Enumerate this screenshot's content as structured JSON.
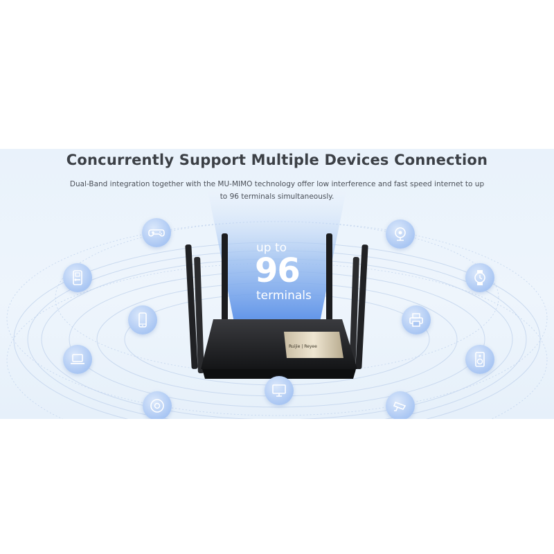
{
  "headline": "Concurrently Support Multiple Devices Connection",
  "subline": "Dual-Band integration together with the MU-MIMO technology offer low interference and fast speed internet to up to 96 terminals simultaneously.",
  "stat": {
    "prefix": "up to",
    "number": "96",
    "suffix": "terminals"
  },
  "router": {
    "badge_text": "Ruijie | Reyee"
  },
  "devices": [
    "gamepad-icon",
    "webcam-icon",
    "smart-lock-icon",
    "smartwatch-icon",
    "smartphone-icon",
    "printer-icon",
    "laptop-icon",
    "speaker-icon",
    "desktop-monitor-icon",
    "robot-vacuum-icon",
    "security-camera-icon"
  ],
  "colors": {
    "headline": "#3c4046",
    "icon_bg": "#a9c6f3",
    "beam": "#4a86e8",
    "router": "#1e1f22"
  }
}
